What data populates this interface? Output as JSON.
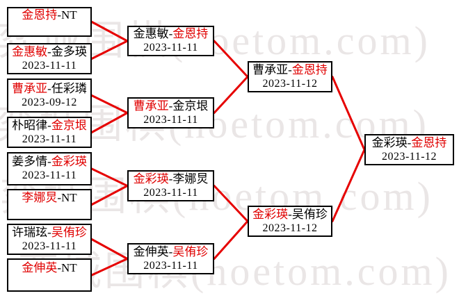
{
  "page": {
    "description": "Go tournament knockout bracket (women's), 15 match boxes over 4 rounds connected by red lines"
  },
  "watermark": {
    "text": "弈城围棋(hoetom.com)"
  },
  "colors": {
    "winner_red": "#e00000",
    "line_red": "#e60000",
    "border_black": "#000000",
    "watermark_gray": "#eae6e6",
    "background": "#ffffff"
  },
  "bracket": {
    "round1": [
      {
        "p1": "金恩持",
        "sep": "-",
        "p2": "NT",
        "winner": "p1",
        "date": ""
      },
      {
        "p1": "金惠敏",
        "sep": "-",
        "p2": "金多瑛",
        "winner": "p1",
        "date": "2023-11-11"
      },
      {
        "p1": "曹承亚",
        "sep": "-",
        "p2": "任彩璘",
        "winner": "p1",
        "date": "2023-09-12"
      },
      {
        "p1": "朴昭律",
        "sep": "-",
        "p2": "金京垠",
        "winner": "p2",
        "date": "2023-11-11"
      },
      {
        "p1": "姜多情",
        "sep": "-",
        "p2": "金彩瑛",
        "winner": "p2",
        "date": "2023-11-11"
      },
      {
        "p1": "李娜炅",
        "sep": "-",
        "p2": "NT",
        "winner": "p1",
        "date": ""
      },
      {
        "p1": "许瑞玹",
        "sep": "-",
        "p2": "吴侑珍",
        "winner": "p2",
        "date": "2023-11-11"
      },
      {
        "p1": "金伸英",
        "sep": "-",
        "p2": "NT",
        "winner": "p1",
        "date": ""
      }
    ],
    "round2": [
      {
        "p1": "金惠敏",
        "sep": "-",
        "p2": "金恩持",
        "winner": "p2",
        "date": "2023-11-11"
      },
      {
        "p1": "曹承亚",
        "sep": "-",
        "p2": "金京垠",
        "winner": "p1",
        "date": "2023-11-11"
      },
      {
        "p1": "金彩瑛",
        "sep": "-",
        "p2": "李娜炅",
        "winner": "p1",
        "date": "2023-11-11"
      },
      {
        "p1": "金伸英",
        "sep": "-",
        "p2": "吴侑珍",
        "winner": "p2",
        "date": "2023-11-11"
      }
    ],
    "round3": [
      {
        "p1": "曹承亚",
        "sep": "-",
        "p2": "金恩持",
        "winner": "p2",
        "date": "2023-11-12"
      },
      {
        "p1": "金彩瑛",
        "sep": "-",
        "p2": "吴侑珍",
        "winner": "p1",
        "date": "2023-11-12"
      }
    ],
    "final": [
      {
        "p1": "金彩瑛",
        "sep": "-",
        "p2": "金恩持",
        "winner": "p2",
        "date": "2023-11-12"
      }
    ]
  }
}
